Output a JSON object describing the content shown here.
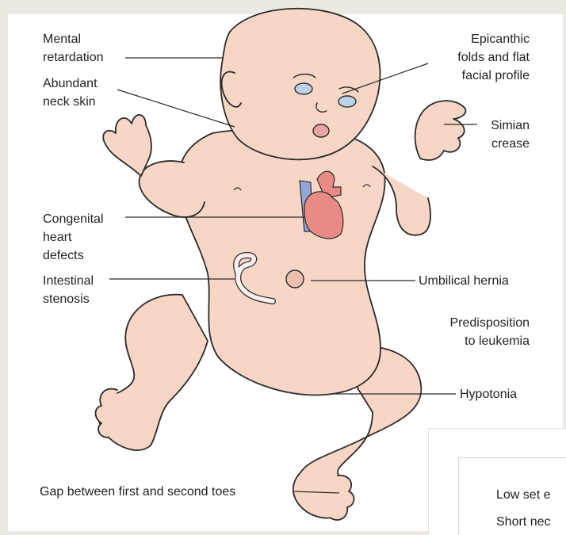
{
  "labels": {
    "mental_retardation": "Mental\nretardation",
    "abundant_neck_skin": "Abundant\nneck skin",
    "congenital_heart_defects": "Congenital\nheart\ndefects",
    "intestinal_stenosis": "Intestinal\nstenosis",
    "gap_toes": "Gap between first and second toes",
    "epicanthic_folds": "Epicanthic\nfolds and flat\nfacial profile",
    "simian_crease": "Simian\ncrease",
    "umbilical_hernia": "Umbilical hernia",
    "predisposition_leukemia": "Predisposition\nto leukemia",
    "hypotonia": "Hypotonia"
  },
  "inset": {
    "low_set": "Low set e",
    "short_neck": "Short nec"
  },
  "colors": {
    "skin": "#f8d6c6",
    "skin_outline": "#2a2a2a",
    "heart": "#e98a84",
    "vessel_blue": "#8fa8d8",
    "intestine": "#fbeeee"
  }
}
